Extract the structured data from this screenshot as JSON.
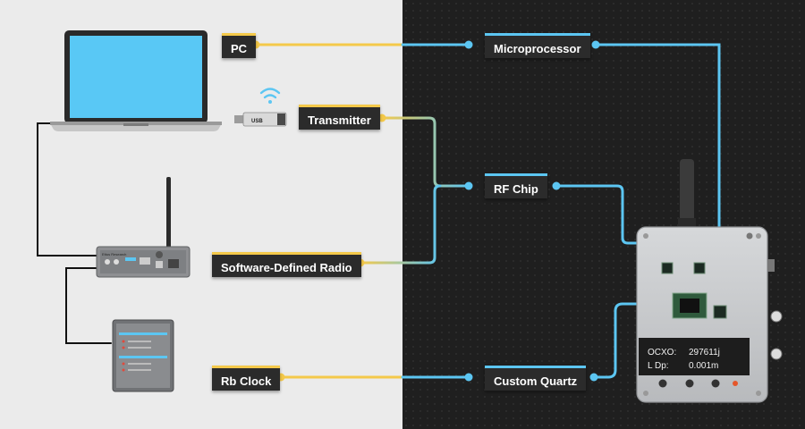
{
  "labels": {
    "pc": "PC",
    "transmitter": "Transmitter",
    "sdr": "Software-Defined Radio",
    "rb_clock": "Rb Clock",
    "microprocessor": "Microprocessor",
    "rf_chip": "RF Chip",
    "custom_quartz": "Custom Quartz"
  },
  "usb_dongle": {
    "text": "USB"
  },
  "device_display": {
    "row1_label": "OCXO:",
    "row1_value": "297611j",
    "row2_label": "L   Dp:",
    "row2_value": "0.001m"
  },
  "colors": {
    "yellow_line": "#f4c94a",
    "blue_line": "#5cc6f2",
    "left_bg": "#ebebeb",
    "right_bg": "#1f1f1f",
    "label_bg": "#2b2b2b",
    "laptop_screen": "#59c8f5"
  }
}
